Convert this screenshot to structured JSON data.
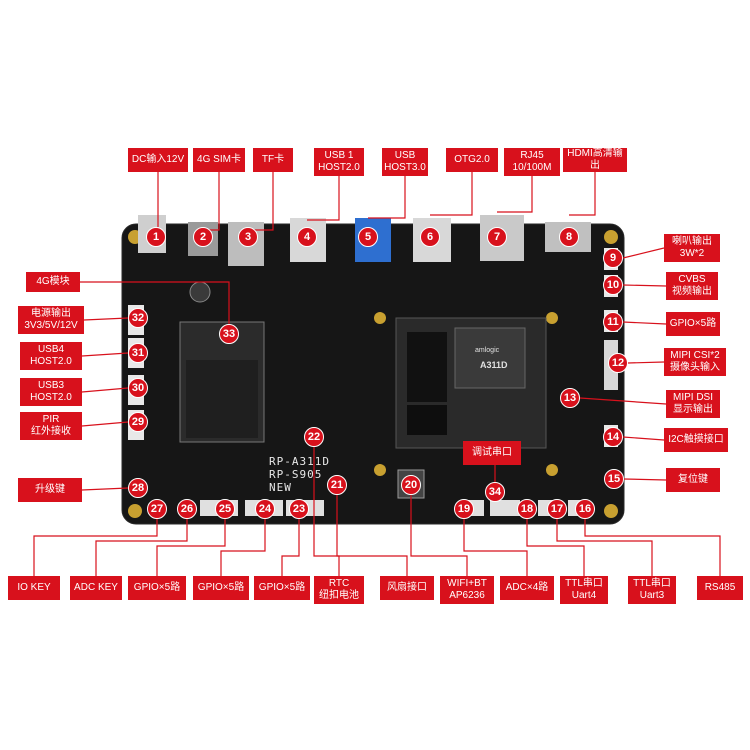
{
  "board": {
    "silk_lines": [
      "RP-A311D",
      "RP-S905",
      "NEW"
    ],
    "soc_label": "A311D",
    "soc_brand": "amlogic"
  },
  "labels": [
    {
      "id": "dc",
      "num": "1",
      "text": "DC输入12V"
    },
    {
      "id": "sim",
      "num": "2",
      "text": "4G SIM卡"
    },
    {
      "id": "tf",
      "num": "3",
      "text": "TF卡"
    },
    {
      "id": "usb1",
      "num": "4",
      "text": "USB 1\nHOST2.0"
    },
    {
      "id": "usbhost3",
      "num": "5",
      "text": "USB\nHOST3.0"
    },
    {
      "id": "otg",
      "num": "6",
      "text": "OTG2.0"
    },
    {
      "id": "rj45",
      "num": "7",
      "text": "RJ45\n10/100M"
    },
    {
      "id": "hdmi",
      "num": "8",
      "text": "HDMI高清输出"
    },
    {
      "id": "speaker",
      "num": "9",
      "text": "喇叭输出\n3W*2"
    },
    {
      "id": "cvbs",
      "num": "10",
      "text": "CVBS\n视频输出"
    },
    {
      "id": "gpio11",
      "num": "11",
      "text": "GPIO×5路"
    },
    {
      "id": "mipicsi",
      "num": "12",
      "text": "MIPI CSI*2\n摄像头输入"
    },
    {
      "id": "mipidsi",
      "num": "13",
      "text": "MIPI DSI\n显示输出"
    },
    {
      "id": "i2c",
      "num": "14",
      "text": "I2C触摸接口"
    },
    {
      "id": "reset",
      "num": "15",
      "text": "复位键"
    },
    {
      "id": "rs485",
      "num": "16",
      "text": "RS485"
    },
    {
      "id": "uart3",
      "num": "17",
      "text": "TTL串口\nUart3"
    },
    {
      "id": "uart4",
      "num": "18",
      "text": "TTL串口\nUart4"
    },
    {
      "id": "adc",
      "num": "19",
      "text": "ADC×4路"
    },
    {
      "id": "wifi",
      "num": "20",
      "text": "WIFI+BT\nAP6236"
    },
    {
      "id": "fan",
      "num": "21",
      "text": "风扇接口"
    },
    {
      "id": "rtc",
      "num": "22",
      "text": "RTC\n纽扣电池"
    },
    {
      "id": "gpio23",
      "num": "23",
      "text": "GPIO×5路"
    },
    {
      "id": "gpio24",
      "num": "24",
      "text": "GPIO×5路"
    },
    {
      "id": "gpio25",
      "num": "25",
      "text": "GPIO×5路"
    },
    {
      "id": "adckey",
      "num": "26",
      "text": "ADC KEY"
    },
    {
      "id": "iokey",
      "num": "27",
      "text": "IO KEY"
    },
    {
      "id": "upgrade",
      "num": "28",
      "text": "升级键"
    },
    {
      "id": "pir",
      "num": "29",
      "text": "PIR\n红外接收"
    },
    {
      "id": "usb3",
      "num": "30",
      "text": "USB3\nHOST2.0"
    },
    {
      "id": "usb4",
      "num": "31",
      "text": "USB4\nHOST2.0"
    },
    {
      "id": "power",
      "num": "32",
      "text": "电源输出\n3V3/5V/12V"
    },
    {
      "id": "4g",
      "num": "33",
      "text": "4G模块"
    },
    {
      "id": "debug",
      "num": "34",
      "text": "调试串口"
    }
  ],
  "colors": {
    "accent": "#d8111c",
    "board": "#1a1a1a",
    "connector": "#d0d0d0"
  }
}
